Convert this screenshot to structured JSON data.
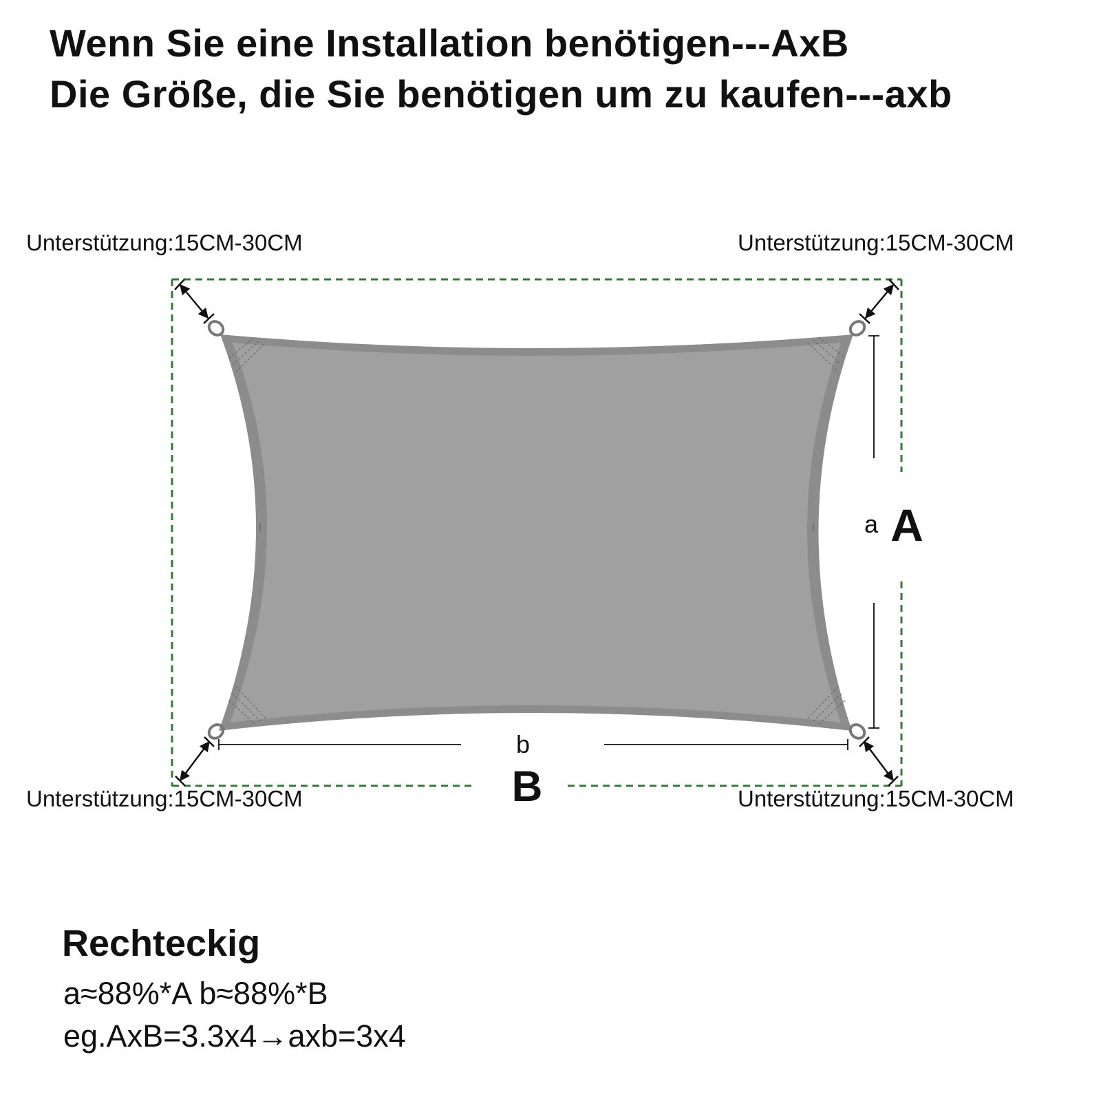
{
  "header": {
    "line1": "Wenn Sie eine Installation benötigen---AxB",
    "line2": "Die Größe, die Sie benötigen um zu kaufen---axb"
  },
  "diagram": {
    "support_labels": {
      "top_left": "Unterstützung:15CM-30CM",
      "top_right": "Unterstützung:15CM-30CM",
      "bottom_left": "Unterstützung:15CM-30CM",
      "bottom_right": "Unterstützung:15CM-30CM"
    },
    "dimension_a": "a",
    "dimension_A": "A",
    "dimension_b": "b",
    "dimension_B": "B",
    "colors": {
      "sail_fill": "#a0a0a0",
      "sail_edge": "#8c8c8c",
      "frame_dashed": "#2e7d32",
      "lines": "#111111"
    }
  },
  "info": {
    "shape_name": "Rechteckig",
    "formula": "a≈88%*A b≈88%*B",
    "example": "eg.AxB=3.3x4→axb=3x4"
  }
}
